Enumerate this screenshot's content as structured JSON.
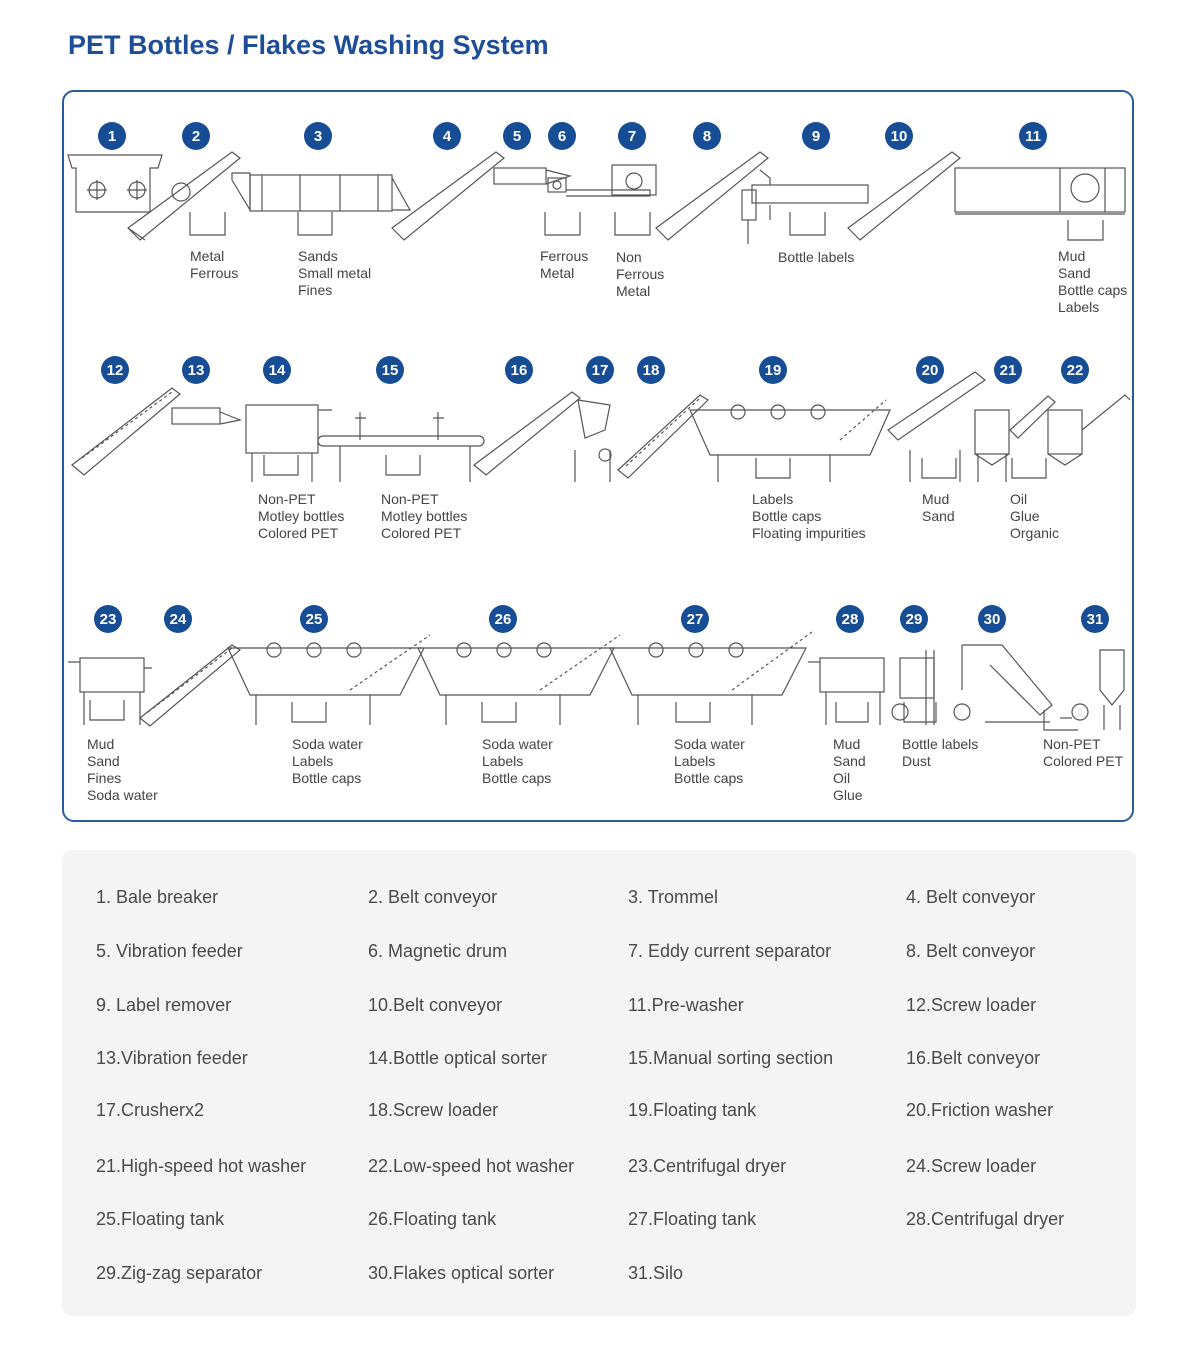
{
  "title": "PET Bottles / Flakes Washing System",
  "colors": {
    "accent": "#174d94",
    "border": "#2a5aa0",
    "legend_bg": "#f4f4f4"
  },
  "steps": [
    "1",
    "2",
    "3",
    "4",
    "5",
    "6",
    "7",
    "8",
    "9",
    "10",
    "11",
    "12",
    "13",
    "14",
    "15",
    "16",
    "17",
    "18",
    "19",
    "20",
    "21",
    "22",
    "23",
    "24",
    "25",
    "26",
    "27",
    "28",
    "29",
    "30",
    "31"
  ],
  "outputs": [
    [
      "Metal",
      "Ferrous"
    ],
    [
      "Sands",
      "Small metal",
      "Fines"
    ],
    [
      "Ferrous",
      "Metal"
    ],
    [
      "Non",
      "Ferrous",
      "Metal"
    ],
    [
      "Bottle labels"
    ],
    [
      "Mud",
      "Sand",
      "Bottle caps",
      "Labels"
    ],
    [
      "Non-PET",
      "Motley bottles",
      "Colored PET"
    ],
    [
      "Non-PET",
      "Motley bottles",
      "Colored PET"
    ],
    [
      "Labels",
      "Bottle caps",
      "Floating impurities"
    ],
    [
      "Mud",
      "Sand"
    ],
    [
      "Oil",
      "Glue",
      "Organic"
    ],
    [
      "Mud",
      "Sand",
      "Fines",
      "Soda water"
    ],
    [
      "Soda water",
      "Labels",
      "Bottle caps"
    ],
    [
      "Soda water",
      "Labels",
      "Bottle caps"
    ],
    [
      "Soda water",
      "Labels",
      "Bottle caps"
    ],
    [
      "Mud",
      "Sand",
      "Oil",
      "Glue"
    ],
    [
      "Bottle labels",
      "Dust"
    ],
    [
      "Non-PET",
      "Colored PET"
    ]
  ],
  "legend": [
    "1. Bale breaker",
    "2. Belt conveyor",
    "3. Trommel",
    "4. Belt conveyor",
    "5. Vibration feeder",
    "6. Magnetic drum",
    "7. Eddy current separator",
    "8. Belt conveyor",
    "9. Label remover",
    "10.Belt conveyor",
    "11.Pre-washer",
    "12.Screw loader",
    "13.Vibration feeder",
    "14.Bottle optical sorter",
    "15.Manual sorting section",
    "16.Belt conveyor",
    "17.Crusherx2",
    "18.Screw loader",
    "19.Floating tank",
    "20.Friction washer",
    "21.High-speed hot washer",
    "22.Low-speed hot washer",
    "23.Centrifugal dryer",
    "24.Screw loader",
    "25.Floating tank",
    "26.Floating tank",
    "27.Floating tank",
    "28.Centrifugal dryer",
    "29.Zig-zag separator",
    "30.Flakes optical sorter",
    "31.Silo"
  ]
}
